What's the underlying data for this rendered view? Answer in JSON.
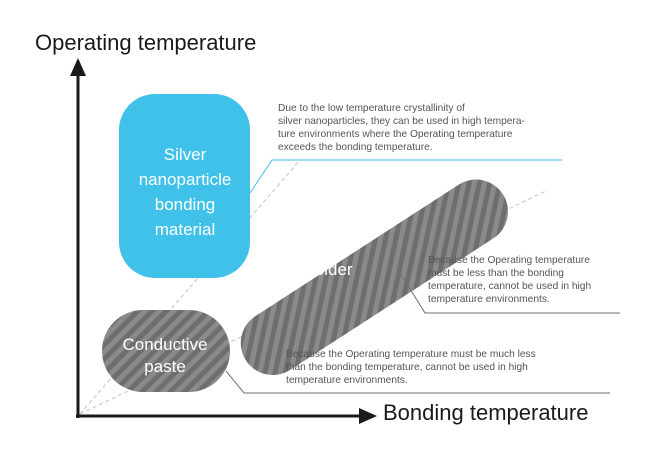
{
  "axes": {
    "y_label": "Operating temperature",
    "x_label": "Bonding temperature"
  },
  "materials": {
    "silver": {
      "label_lines": [
        "Silver",
        "nanoparticle",
        "bonding",
        "material"
      ],
      "color": "#3fc1ea"
    },
    "solder": {
      "label_lines": [
        "Solder"
      ],
      "color": "#6e6e6e"
    },
    "paste": {
      "label_lines": [
        "Conductive",
        "paste"
      ],
      "color": "#6e6e6e"
    }
  },
  "notes": {
    "silver": [
      "Due to the low temperature crystallinity of",
      "silver nanoparticles, they can be used in high tempera-",
      "ture environments where the Operating temperature",
      "exceeds the bonding temperature."
    ],
    "solder": [
      "Because the Operating temperature",
      "must be less than the bonding",
      "temperature, cannot be used in high",
      "temperature environments."
    ],
    "paste": [
      "Because the Operating temperature must be much less",
      "than the bonding temperature, cannot be used in high",
      "temperature environments."
    ]
  },
  "colors": {
    "axis": "#1a1a1a",
    "leader_silver": "#3fc1ea",
    "leader_gray": "#6e6e6e",
    "reference_dashed": "#cccccc",
    "stripe_light": "#8a8a8a"
  }
}
